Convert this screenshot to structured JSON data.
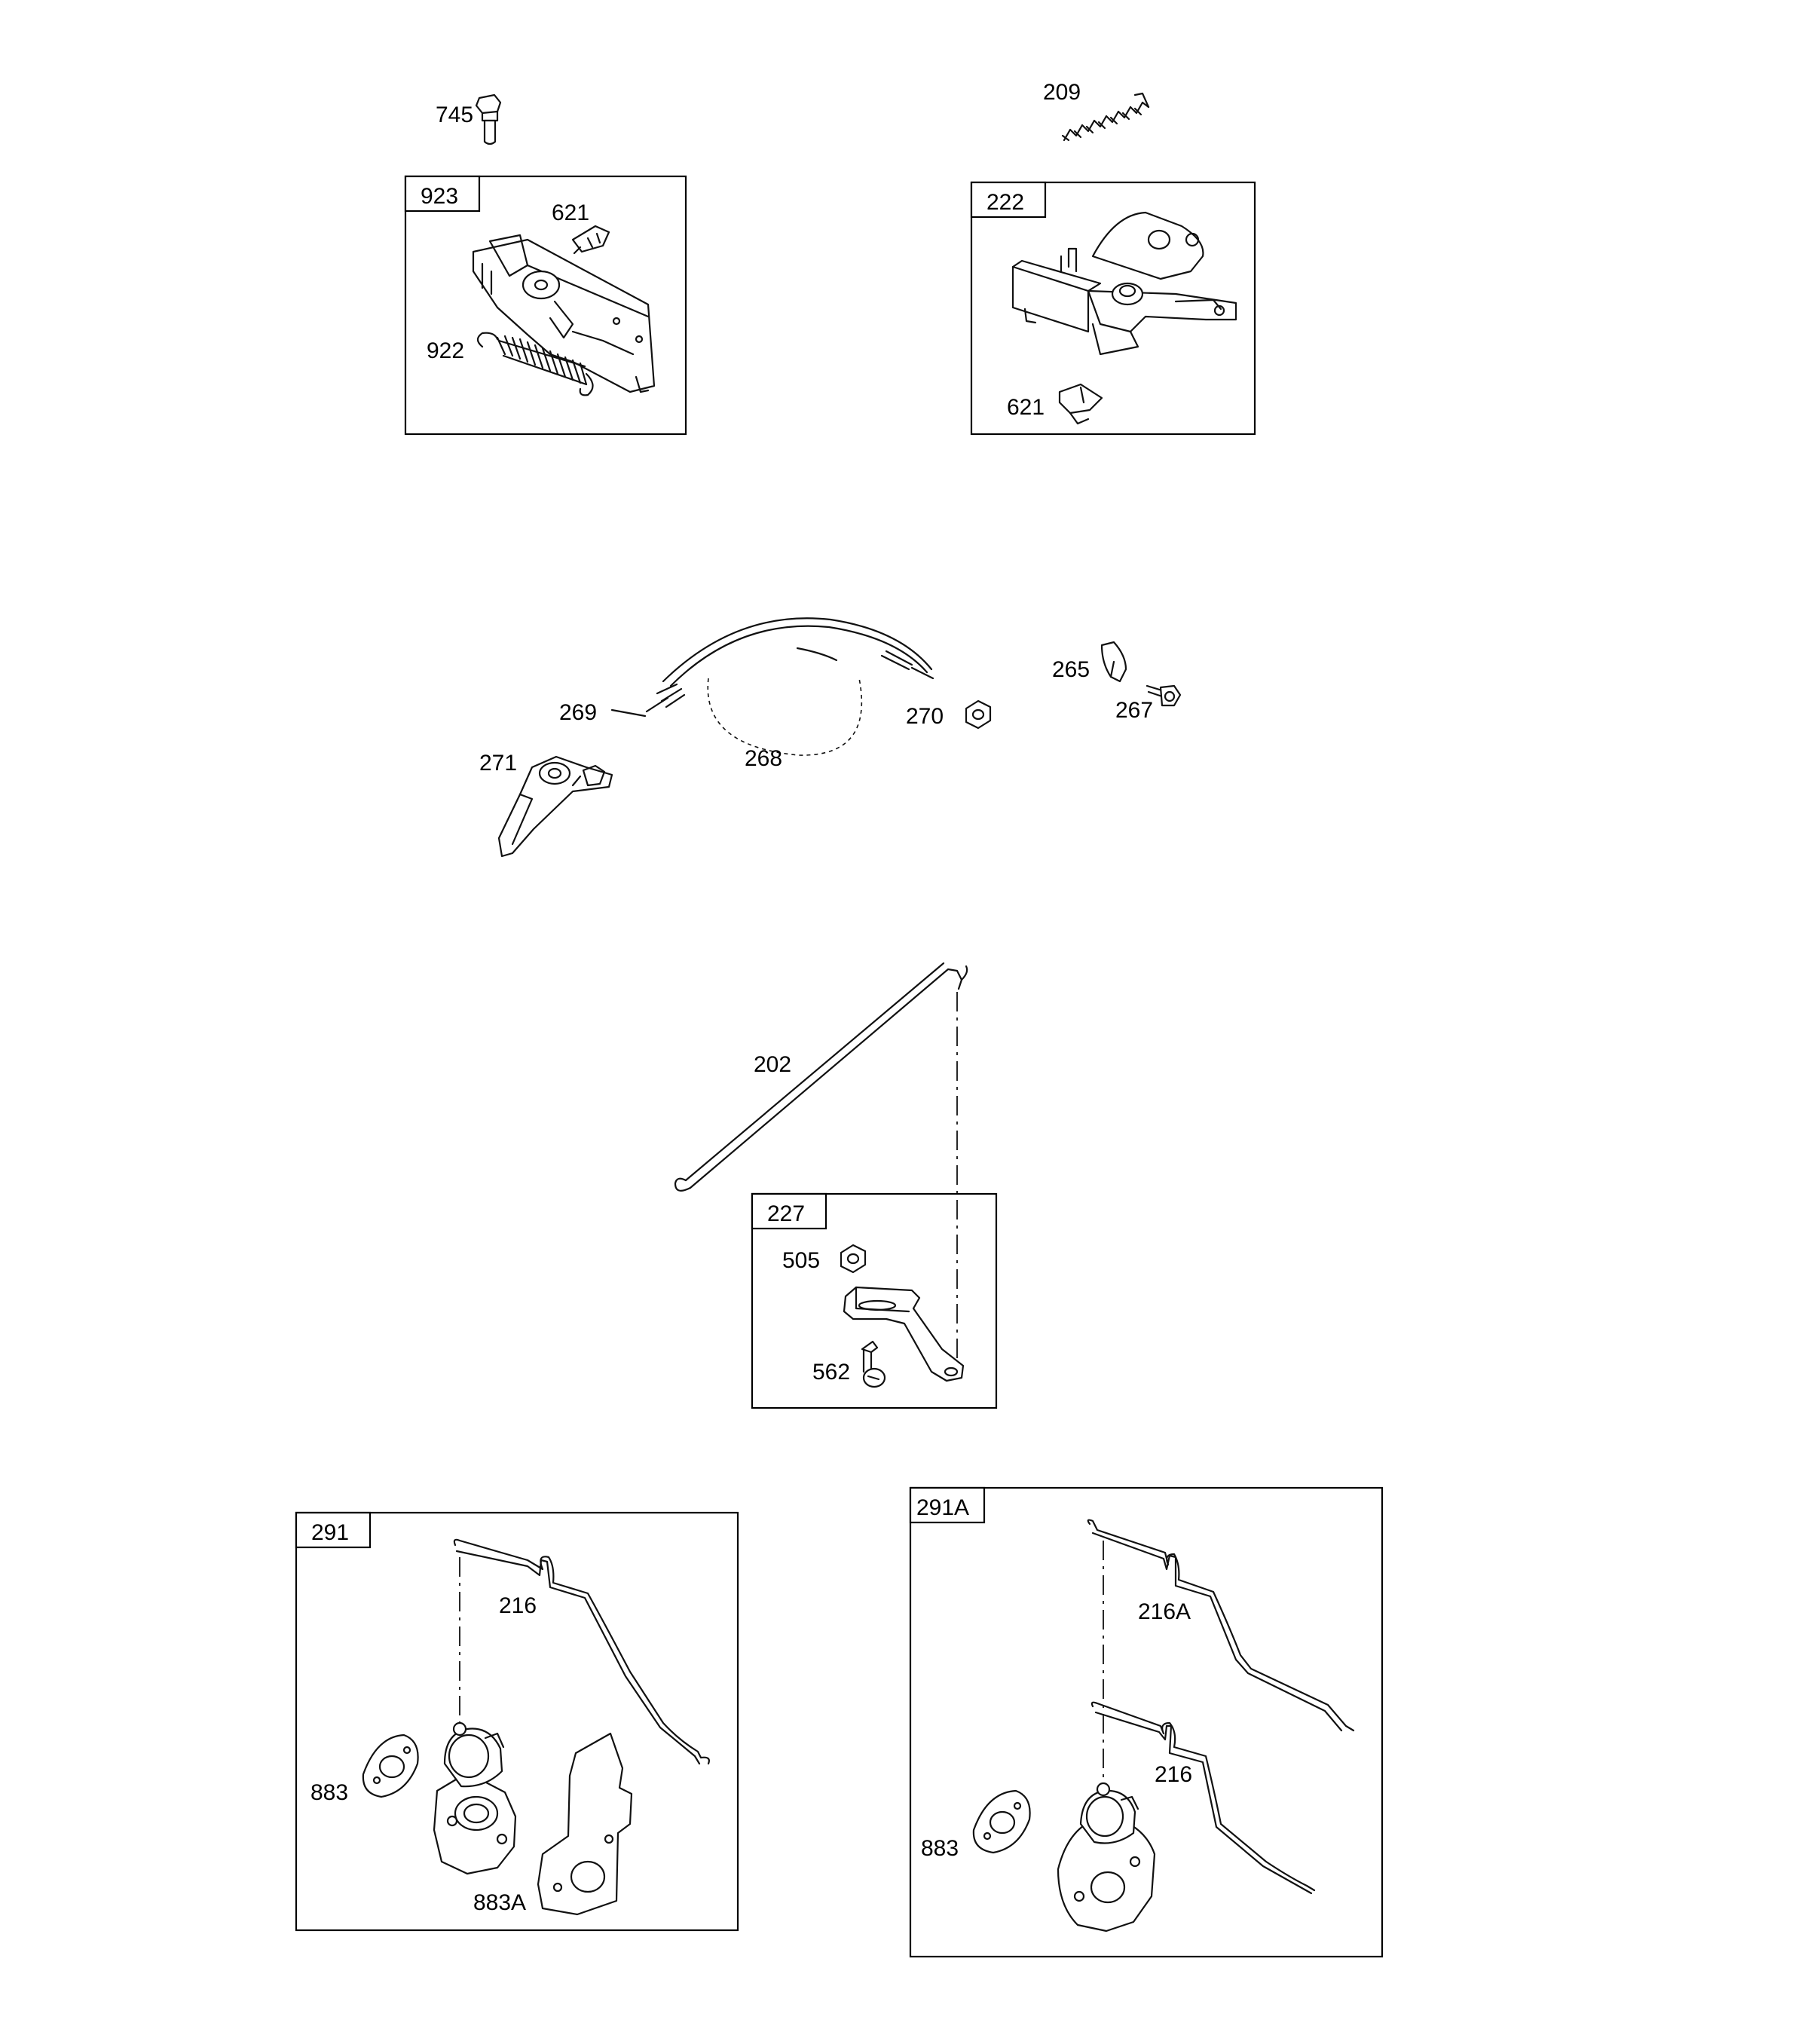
{
  "parts": {
    "p745": "745",
    "p923": "923",
    "p621a": "621",
    "p922": "922",
    "p209": "209",
    "p222": "222",
    "p621b": "621",
    "p265": "265",
    "p267": "267",
    "p269": "269",
    "p270": "270",
    "p268": "268",
    "p271": "271",
    "p202": "202",
    "p227": "227",
    "p505": "505",
    "p562": "562",
    "p291": "291",
    "p216a": "216",
    "p883a": "883",
    "p883A": "883A",
    "p291A": "291A",
    "p216A": "216A",
    "p216b": "216",
    "p883b": "883"
  }
}
